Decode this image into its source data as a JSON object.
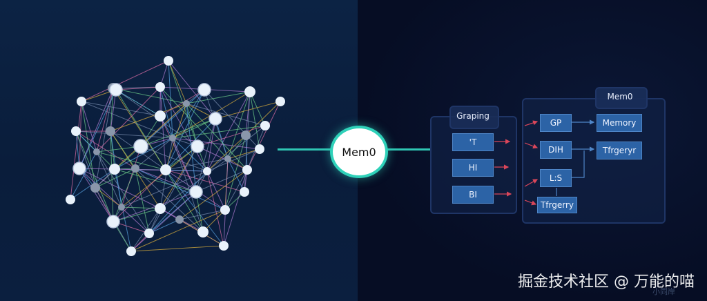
{
  "hub": {
    "label": "Mem0"
  },
  "graph": {
    "node_count": 52,
    "colors": {
      "node": "#e9f2fb",
      "node_dim": "#8a97ab",
      "edge_palette": [
        "#7b8fb0",
        "#b47fd6",
        "#6fd08a",
        "#e0b23c",
        "#5aa7e6",
        "#e06fa8"
      ]
    }
  },
  "grouping": {
    "title": "Graping",
    "items": [
      "'T",
      "HI",
      "BI"
    ]
  },
  "mem_panel": {
    "title": "Mem0",
    "left_items": [
      "GP",
      "DIH",
      "L:S"
    ],
    "bottom_item": "Tfrgerry",
    "right_items": [
      "Memory",
      "Tfrgeryr"
    ]
  },
  "watermark": "掘金技术社区 @ 万能的喵",
  "faint_text": "小同岸",
  "colors": {
    "accent": "#2fd1b9",
    "chip": "#2c63a6",
    "arrow_red": "#d9465a",
    "arrow_blue": "#4f86c8"
  }
}
